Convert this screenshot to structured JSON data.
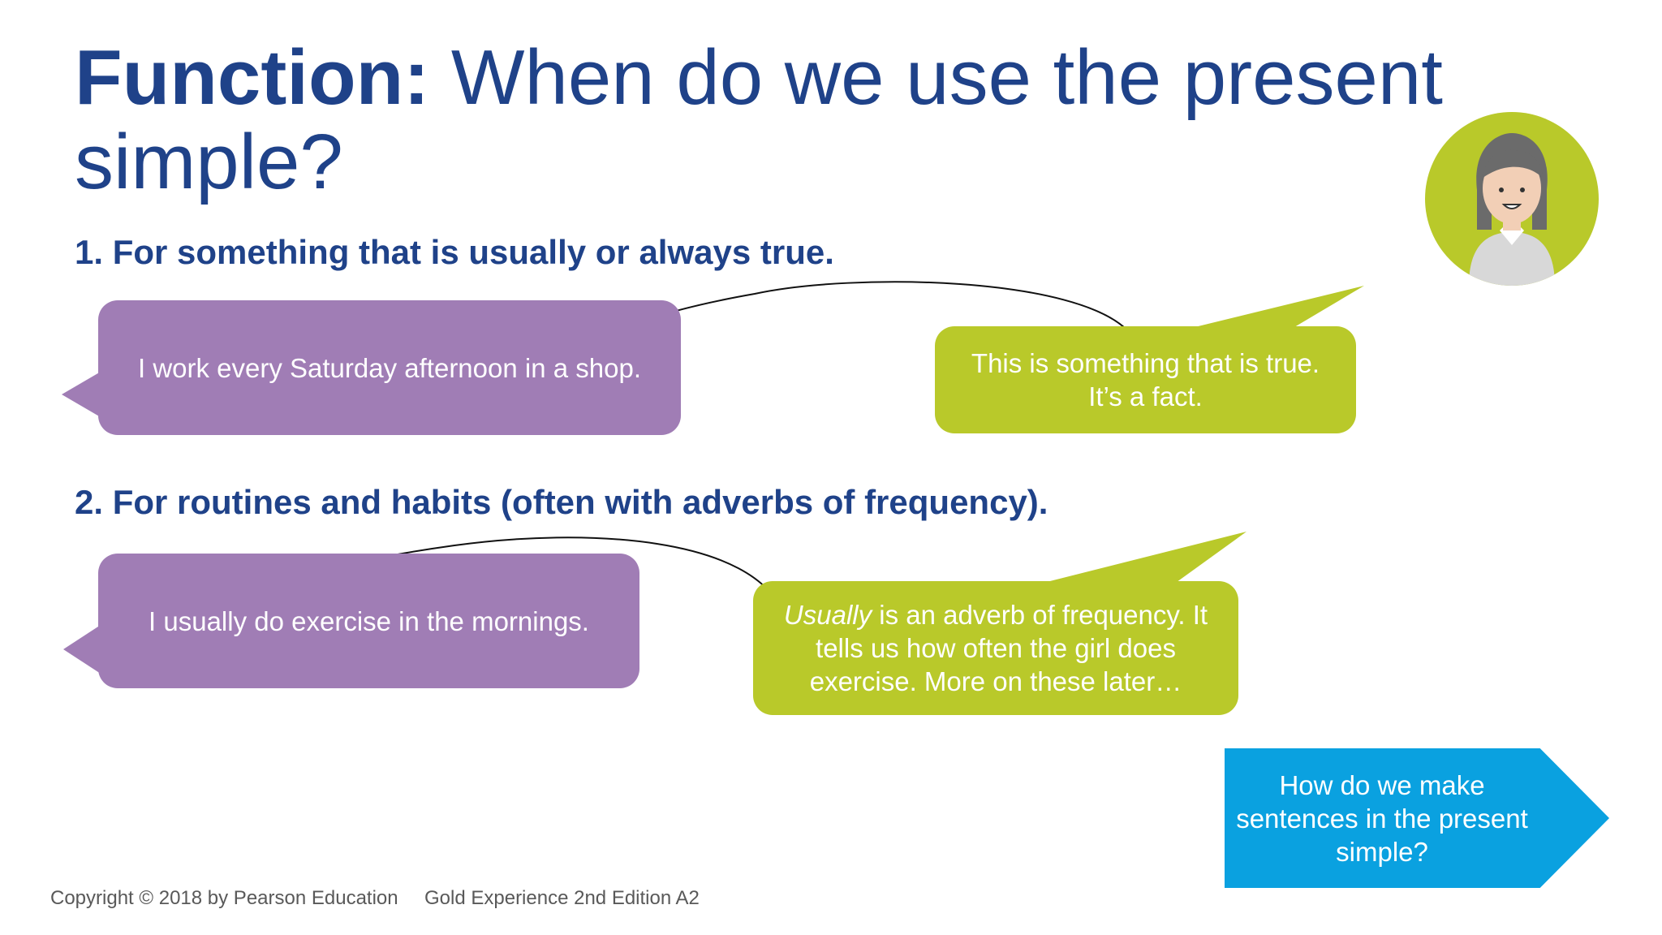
{
  "slide": {
    "title_bold": "Function:",
    "title_rest": " When do we use the present simple?",
    "point1": "1. For something that is usually or always true.",
    "point2": "2. For routines and habits (often with adverbs of frequency).",
    "bubble1": "I work every Saturday afternoon in a shop.",
    "bubble2": "This is something that is true. It’s a fact.",
    "bubble3": "I usually do exercise in the mornings.",
    "bubble4_emphasis": "Usually",
    "bubble4_rest": " is an adverb of frequency. It tells us how often the girl does exercise. More on these later…",
    "nav_button": "How do we make sentences in the present simple?"
  },
  "footer": {
    "copyright": "Copyright © 2018 by Pearson Education",
    "edition": "Gold Experience 2nd Edition A2"
  },
  "colors": {
    "title": "#1f4289",
    "purple_bubble": "#a07db5",
    "green_bubble": "#b9c92a",
    "nav_button": "#0aa1e0",
    "avatar_circle": "#b9c92a"
  },
  "icons": {
    "avatar": "girl-avatar-icon",
    "nav_arrow": "arrow-right-shape"
  }
}
